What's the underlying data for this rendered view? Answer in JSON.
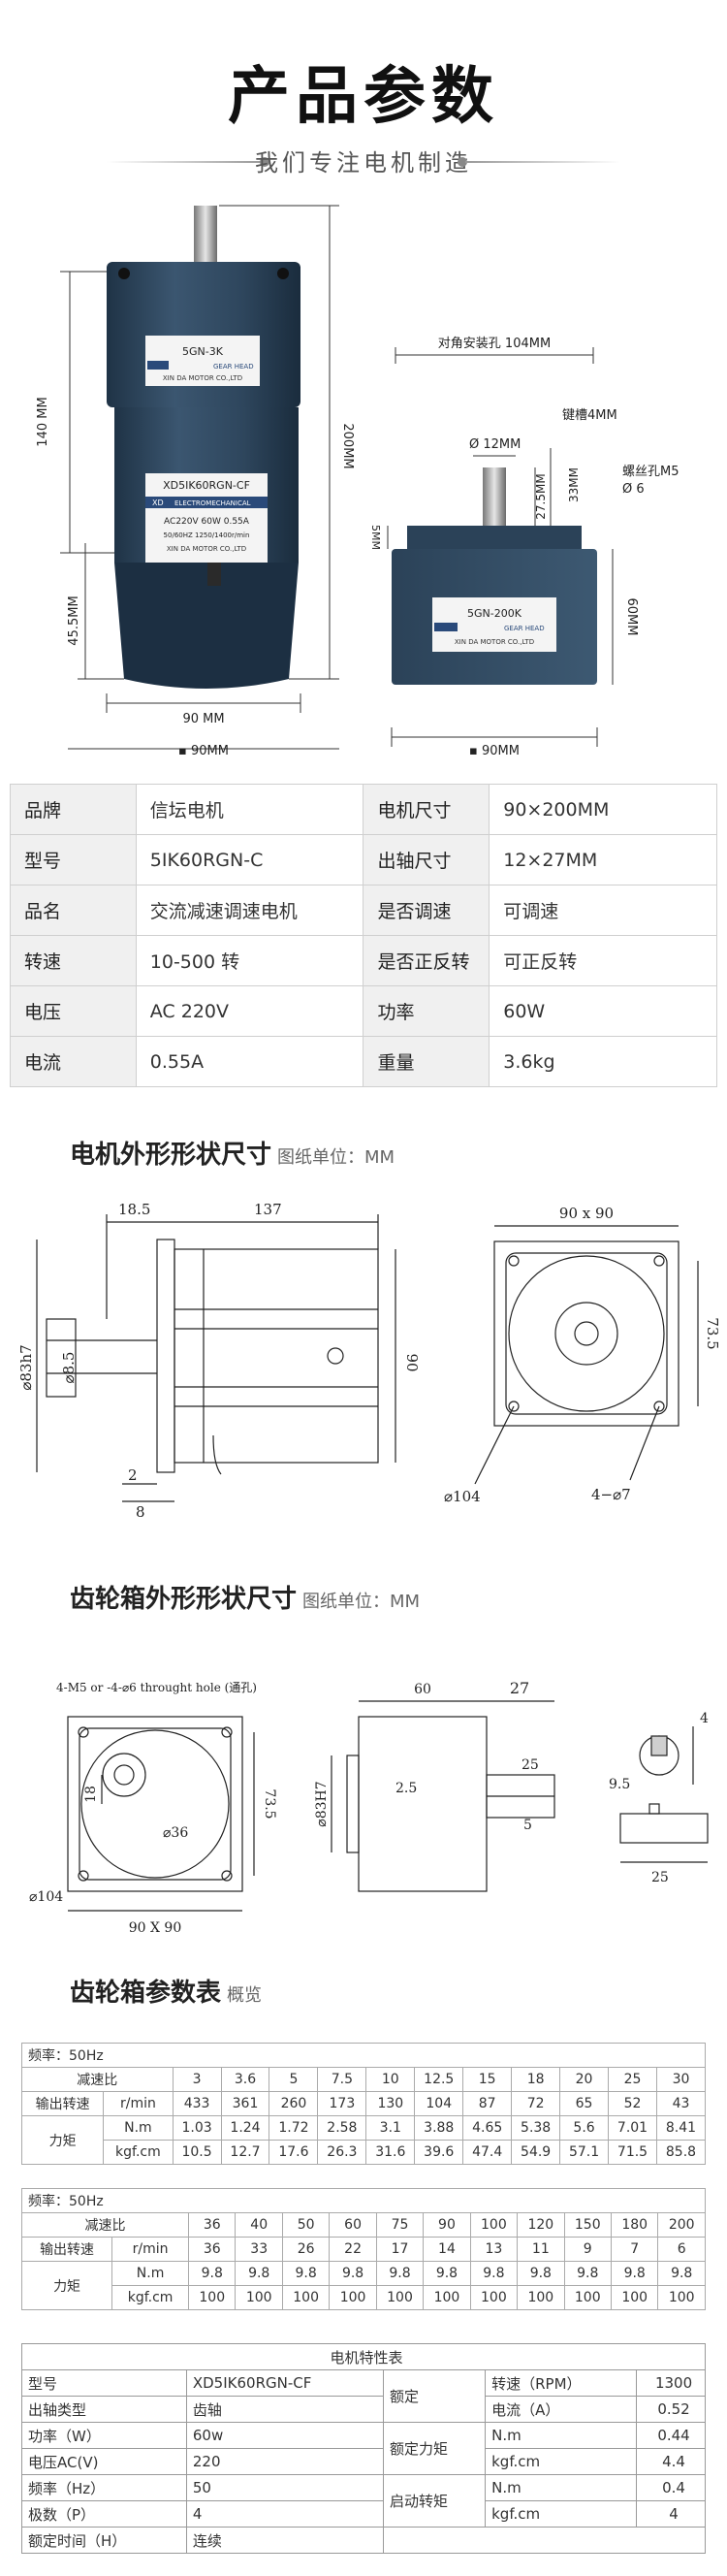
{
  "header": {
    "title": "产品参数",
    "subtitle": "我们专注电机制造"
  },
  "photo": {
    "gearhead_label": "5GN-3K",
    "gearhead_brand": "GEAR HEAD",
    "gearhead_maker": "XIN DA MOTOR CO.,LTD",
    "motor_model": "XD5IK60RGN-CF",
    "motor_brand": "ELECTROMECHANICAL",
    "motor_spec1": "AC220V  60W  0.55A",
    "motor_spec2": "50/60HZ  1250/1400r/min",
    "motor_maker": "XIN DA MOTOR CO.,LTD",
    "logo_text": "XD",
    "side_label": "5GN-200K",
    "side_brand": "GEAR HEAD",
    "side_maker": "XIN DA MOTOR CO.,LTD",
    "dim_left_140": "140 MM",
    "dim_left_455": "45.5MM",
    "dim_200": "200MM",
    "dim_90a": "90 MM",
    "dim_90b": "▪ 90MM",
    "dim_diag": "对角安装孔 104MM",
    "dim_keyway": "键槽4MM",
    "dim_shaft": "Ø 12MM",
    "dim_275": "27.5MM",
    "dim_33": "33MM",
    "dim_screw": "螺丝孔M5",
    "dim_screw2": "Ø 6",
    "dim_5mm": "5MM",
    "dim_60": "60MM",
    "dim_90c": "▪ 90MM"
  },
  "spec_rows": [
    {
      "k1": "品牌",
      "v1": "信坛电机",
      "k2": "电机尺寸",
      "v2": "90×200MM"
    },
    {
      "k1": "型号",
      "v1": "5IK60RGN-C",
      "k2": "出轴尺寸",
      "v2": "12×27MM"
    },
    {
      "k1": "品名",
      "v1": "交流减速调速电机",
      "k2": "是否调速",
      "v2": "可调速"
    },
    {
      "k1": "转速",
      "v1": "10-500 转",
      "k2": "是否正反转",
      "v2": "可正反转"
    },
    {
      "k1": "电压",
      "v1": "AC 220V",
      "k2": "功率",
      "v2": "60W"
    },
    {
      "k1": "电流",
      "v1": "0.55A",
      "k2": "重量",
      "v2": "3.6kg"
    }
  ],
  "motor_drawing": {
    "title": "电机外形形状尺寸",
    "unit": "图纸单位：MM",
    "d185": "18.5",
    "d137": "137",
    "d83": "⌀83h7",
    "d85": "⌀8.5",
    "d90": "90",
    "d2": "2",
    "d8": "8",
    "d90x90": "90 x 90",
    "d735": "73.5",
    "d104": "⌀104",
    "d47": "4−⌀7"
  },
  "gear_drawing": {
    "title": "齿轮箱外形形状尺寸",
    "unit": "图纸单位：MM",
    "note": "4-M5 or -4-⌀6 throught hole (通孔)",
    "d18": "18",
    "d36": "⌀36",
    "d735": "73.5",
    "d104": "⌀104",
    "d90x90": "90 X 90",
    "d60": "60",
    "d27": "27",
    "d25": "25",
    "d25b": "2.5",
    "d83": "⌀83H7",
    "d5": "5",
    "d4": "4",
    "d95": "9.5",
    "d25c": "25"
  },
  "gear_params": {
    "title": "齿轮箱参数表",
    "subtitle": "概览",
    "table1": {
      "freq": "频率：50Hz",
      "ratio_label": "减速比",
      "speed_label": "输出转速",
      "speed_unit": "r/min",
      "torque_label": "力矩",
      "nm_unit": "N.m",
      "kgf_unit": "kgf.cm",
      "ratios": [
        "3",
        "3.6",
        "5",
        "7.5",
        "10",
        "12.5",
        "15",
        "18",
        "20",
        "25",
        "30"
      ],
      "speeds": [
        "433",
        "361",
        "260",
        "173",
        "130",
        "104",
        "87",
        "72",
        "65",
        "52",
        "43"
      ],
      "nm": [
        "1.03",
        "1.24",
        "1.72",
        "2.58",
        "3.1",
        "3.88",
        "4.65",
        "5.38",
        "5.6",
        "7.01",
        "8.41"
      ],
      "kgf": [
        "10.5",
        "12.7",
        "17.6",
        "26.3",
        "31.6",
        "39.6",
        "47.4",
        "54.9",
        "57.1",
        "71.5",
        "85.8"
      ]
    },
    "table2": {
      "freq": "频率：50Hz",
      "ratio_label": "减速比",
      "speed_label": "输出转速",
      "speed_unit": "r/min",
      "torque_label": "力矩",
      "nm_unit": "N.m",
      "kgf_unit": "kgf.cm",
      "ratios": [
        "36",
        "40",
        "50",
        "60",
        "75",
        "90",
        "100",
        "120",
        "150",
        "180",
        "200"
      ],
      "speeds": [
        "36",
        "33",
        "26",
        "22",
        "17",
        "14",
        "13",
        "11",
        "9",
        "7",
        "6"
      ],
      "nm": [
        "9.8",
        "9.8",
        "9.8",
        "9.8",
        "9.8",
        "9.8",
        "9.8",
        "9.8",
        "9.8",
        "9.8",
        "9.8"
      ],
      "kgf": [
        "100",
        "100",
        "100",
        "100",
        "100",
        "100",
        "100",
        "100",
        "100",
        "100",
        "100"
      ]
    }
  },
  "motor_char": {
    "title": "电机特性表",
    "r1": {
      "a": "型号",
      "b": "XD5IK60RGN-CF",
      "c": "额定",
      "d": "转速（RPM）",
      "e": "1300"
    },
    "r2": {
      "a": "出轴类型",
      "b": "齿轴",
      "d": "电流（A）",
      "e": "0.52"
    },
    "r3": {
      "a": "功率（W）",
      "b": "60w",
      "c": "额定力矩",
      "d": "N.m",
      "e": "0.44"
    },
    "r4": {
      "a": "电压AC(V)",
      "b": "220",
      "d": "kgf.cm",
      "e": "4.4"
    },
    "r5": {
      "a": "频率（Hz）",
      "b": "50",
      "c": "启动转矩",
      "d": "N.m",
      "e": "0.4"
    },
    "r6": {
      "a": "极数（P）",
      "b": "4",
      "d": "kgf.cm",
      "e": "4"
    },
    "r7": {
      "a": "额定时间（H）",
      "b": "连续"
    }
  }
}
